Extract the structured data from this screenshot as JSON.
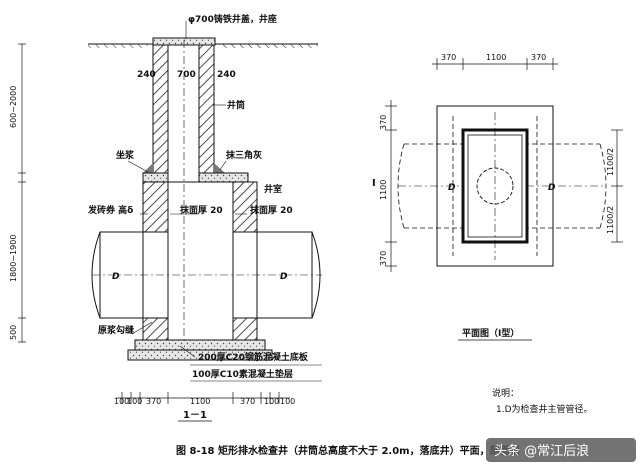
{
  "section": {
    "labels": {
      "cover": "φ700铸铁井盖，井座",
      "wall_left": "240",
      "inner_width": "700",
      "wall_right": "240",
      "shaft": "井筒",
      "triangle_ash": "抹三角灰",
      "sitting_mortar": "坐浆",
      "chamber": "井室",
      "brick_arch": "发砖券 高δ",
      "plaster_left": "抹面厚 20",
      "plaster_right": "抹面厚 20",
      "pipe_left": "D",
      "pipe_right": "D",
      "mortar_joint": "原浆勾缝",
      "base_slab": "200厚C20钢筋混凝土底板",
      "cushion": "100厚C10素混凝土垫层",
      "title": "1－1"
    },
    "vertical_dims": [
      "600~2000",
      "1800~1900",
      "500"
    ],
    "bottom_dims": [
      "100",
      "100",
      "370",
      "1100",
      "370",
      "100",
      "100"
    ]
  },
  "plan": {
    "top_dims": [
      "370",
      "1100",
      "370"
    ],
    "left_dims": [
      "370",
      "1100",
      "370"
    ],
    "right_dims": [
      "1100/2",
      "1100/2"
    ],
    "roman": "I",
    "pipe_left": "D",
    "pipe_right": "D",
    "title": "平面图（I型）"
  },
  "notes": {
    "heading": "说明：",
    "line1": "1.D为检查井主管管径。"
  },
  "caption": "图 8-18   矩形排水检查井（井筒总高度不大于 2.0m，落底井）平面，剖面图",
  "watermark": "头条 @常江后浪"
}
